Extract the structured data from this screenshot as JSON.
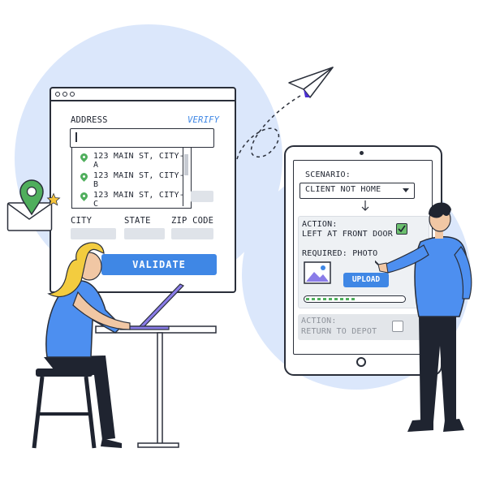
{
  "address_form": {
    "address_label": "ADDRESS",
    "verify_link": "VERIFY",
    "address_value": "",
    "suggestions": [
      "123 MAIN ST, CITY-A",
      "123 MAIN ST, CITY-B",
      "123 MAIN ST, CITY-C"
    ],
    "city_label": "CITY",
    "state_label": "STATE",
    "zip_label": "ZIP CODE",
    "validate_button": "VALIDATE"
  },
  "delivery_app": {
    "scenario_label": "SCENARIO:",
    "scenario_selected": "CLIENT NOT HOME",
    "action_1_line1": "ACTION:",
    "action_1_line2": "LEFT AT FRONT DOOR",
    "required_label": "REQUIRED: PHOTO",
    "upload_button": "UPLOAD",
    "upload_progress": 0.52,
    "action_2_line1": "ACTION:",
    "action_2_line2": "RETURN TO DEPOT",
    "action_1_checked": true,
    "action_2_checked": false
  },
  "icons": [
    "envelope-icon",
    "location-pin-icon",
    "star-icon",
    "paper-plane-icon",
    "image-icon",
    "chevron-down-icon",
    "checkmark-icon"
  ],
  "colors": {
    "accent": "#3f87e5",
    "success": "#4fae5c",
    "background_blob": "#dbe7fb",
    "hair": "#f3cc3f",
    "pin": "#4fae5c",
    "star": "#f5c33b"
  }
}
